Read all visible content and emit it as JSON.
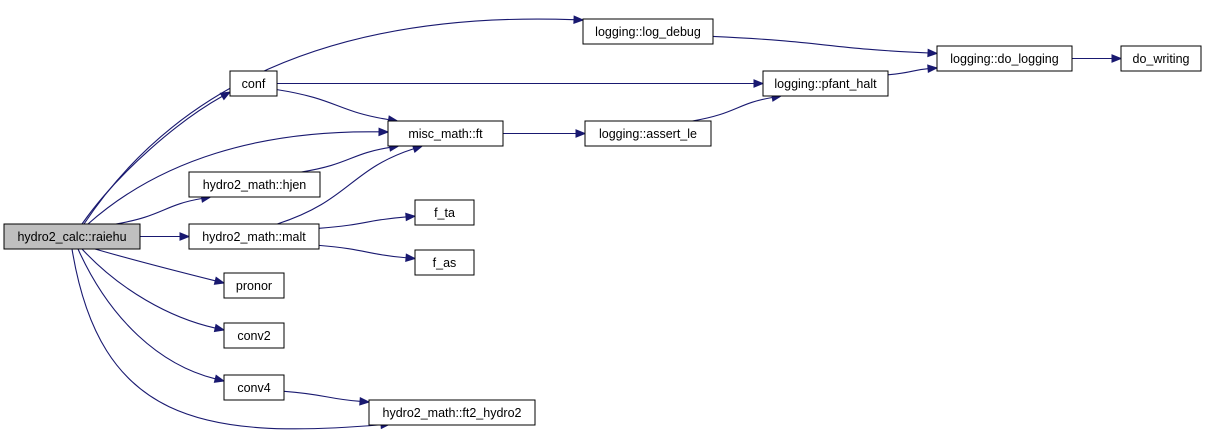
{
  "graph": {
    "nodes": [
      {
        "id": "raiehu",
        "label": "hydro2_calc::raiehu",
        "root": true
      },
      {
        "id": "log_debug",
        "label": "logging::log_debug"
      },
      {
        "id": "conf",
        "label": "conf"
      },
      {
        "id": "do_logging",
        "label": "logging::do_logging"
      },
      {
        "id": "do_writing",
        "label": "do_writing"
      },
      {
        "id": "pfant_halt",
        "label": "logging::pfant_halt"
      },
      {
        "id": "ft",
        "label": "misc_math::ft"
      },
      {
        "id": "assert_le",
        "label": "logging::assert_le"
      },
      {
        "id": "hjen",
        "label": "hydro2_math::hjen"
      },
      {
        "id": "malt",
        "label": "hydro2_math::malt"
      },
      {
        "id": "f_ta",
        "label": "f_ta"
      },
      {
        "id": "f_as",
        "label": "f_as"
      },
      {
        "id": "pronor",
        "label": "pronor"
      },
      {
        "id": "conv2",
        "label": "conv2"
      },
      {
        "id": "conv4",
        "label": "conv4"
      },
      {
        "id": "ft2_hydro2",
        "label": "hydro2_math::ft2_hydro2"
      }
    ],
    "edges": [
      {
        "from": "raiehu",
        "to": "log_debug"
      },
      {
        "from": "raiehu",
        "to": "conf"
      },
      {
        "from": "raiehu",
        "to": "ft"
      },
      {
        "from": "raiehu",
        "to": "hjen"
      },
      {
        "from": "raiehu",
        "to": "malt"
      },
      {
        "from": "raiehu",
        "to": "pronor"
      },
      {
        "from": "raiehu",
        "to": "conv2"
      },
      {
        "from": "raiehu",
        "to": "conv4"
      },
      {
        "from": "raiehu",
        "to": "ft2_hydro2"
      },
      {
        "from": "log_debug",
        "to": "do_logging"
      },
      {
        "from": "conf",
        "to": "pfant_halt"
      },
      {
        "from": "conf",
        "to": "ft"
      },
      {
        "from": "pfant_halt",
        "to": "do_logging"
      },
      {
        "from": "do_logging",
        "to": "do_writing"
      },
      {
        "from": "ft",
        "to": "assert_le"
      },
      {
        "from": "assert_le",
        "to": "pfant_halt"
      },
      {
        "from": "hjen",
        "to": "ft"
      },
      {
        "from": "malt",
        "to": "ft"
      },
      {
        "from": "malt",
        "to": "f_ta"
      },
      {
        "from": "malt",
        "to": "f_as"
      },
      {
        "from": "conv4",
        "to": "ft2_hydro2"
      }
    ]
  },
  "colors": {
    "edge": "#191970",
    "root_fill": "#bfbfbf",
    "node_fill": "#ffffff",
    "node_stroke": "#000000"
  }
}
